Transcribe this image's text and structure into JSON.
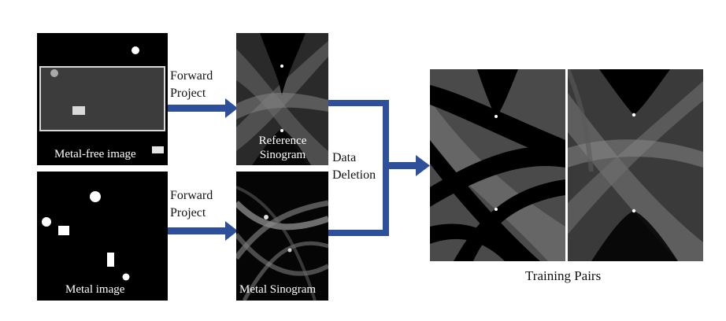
{
  "diagram": {
    "metal_free_label": "Metal-free image",
    "metal_image_label": "Metal image",
    "forward_project_top": [
      "Forward",
      "Project"
    ],
    "forward_project_bottom": [
      "Forward",
      "Project"
    ],
    "reference_sinogram_label": [
      "Reference",
      "Sinogram"
    ],
    "metal_sinogram_label": "Metal Sinogram",
    "data_deletion": [
      "Data",
      "Deletion"
    ],
    "training_pairs_label": "Training Pairs",
    "colors": {
      "arrow": "#2e4f9a",
      "panel_bg": "#000000",
      "phantom_body": "#3c3c3c"
    }
  }
}
